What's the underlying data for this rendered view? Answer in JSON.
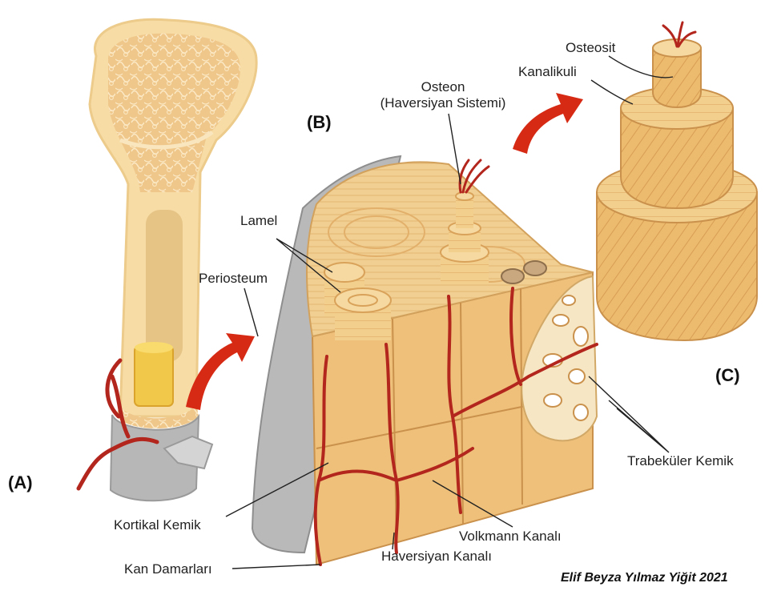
{
  "panels": {
    "a": "(A)",
    "b": "(B)",
    "c": "(C)"
  },
  "labels": {
    "osteosit": "Osteosit",
    "kanalikuli": "Kanalikuli",
    "osteon_line1": "Osteon",
    "osteon_line2": "(Haversiyan Sistemi)",
    "lamel": "Lamel",
    "periosteum": "Periosteum",
    "trabekuler": "Trabeküler Kemik",
    "kortikal": "Kortikal Kemik",
    "volkmann": "Volkmann Kanalı",
    "haversiyan": "Haversiyan Kanalı",
    "kan_damarlari": "Kan Damarları"
  },
  "credit": "Elif Beyza Yılmaz Yiğit 2021",
  "colors": {
    "bone_light": "#f6dca4",
    "bone_mid": "#eebf72",
    "bone_dark": "#d9a25a",
    "marrow": "#f2c84a",
    "periosteum_gray": "#b5b5b5",
    "vessel_red": "#b3261e",
    "arrow_red": "#d62a14"
  }
}
